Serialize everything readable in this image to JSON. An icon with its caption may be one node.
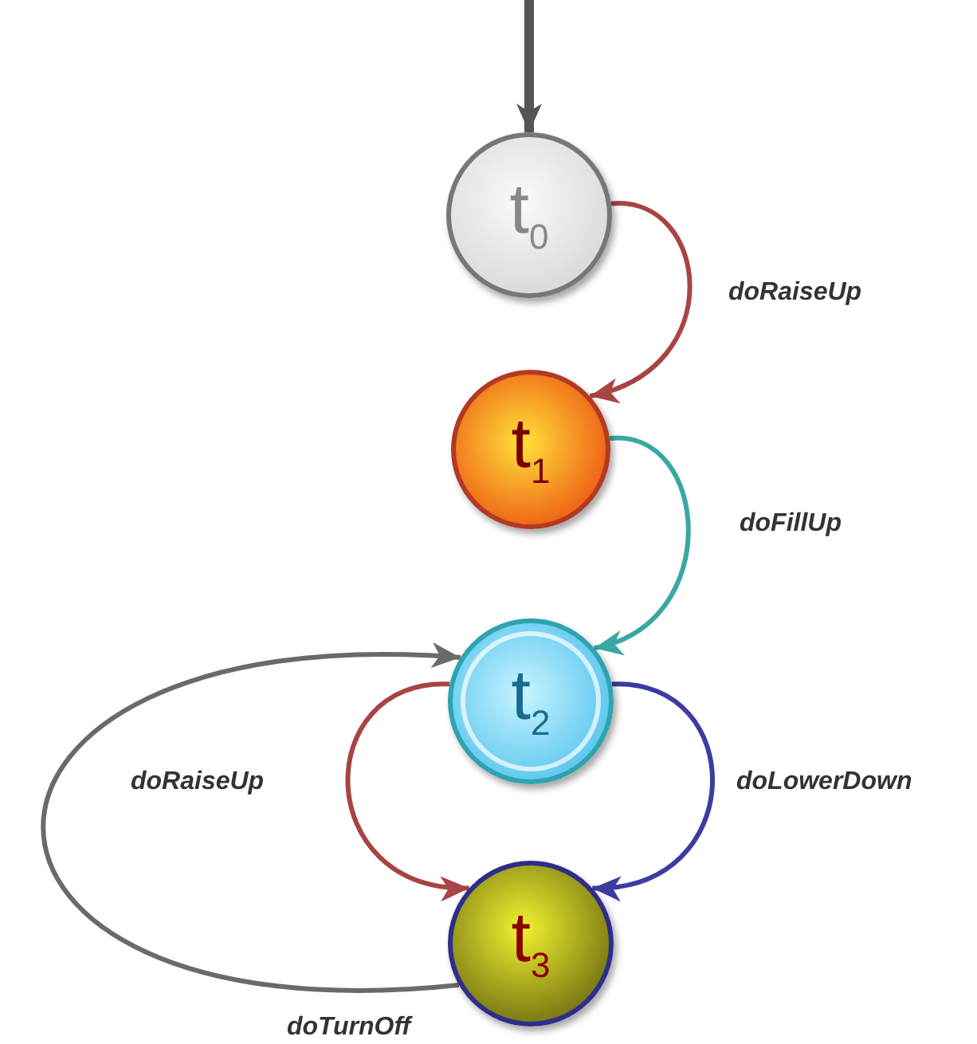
{
  "diagram": {
    "nodes": [
      {
        "text": [
          "t$_{0}$"
        ]
      },
      {
        "text": [
          "t$_{1}$"
        ]
      },
      {
        "text": [
          "t$_{2}$"
        ]
      },
      {
        "text": [
          "t$_{3}$"
        ]
      }
    ],
    "edges": [
      {
        "from": null,
        "to": 0,
        "arrow": "to",
        "style": "thick",
        "color": "#555555"
      },
      {
        "from": 0,
        "to": 1,
        "arrow": "to",
        "label": "doRaiseUp",
        "color": "#a84444"
      },
      {
        "from": 1,
        "to": 2,
        "arrow": "to",
        "label": "doFillUp",
        "color": "#3aa8a2"
      },
      {
        "from": 2,
        "to": 3,
        "arrow": "to",
        "label": "doRaiseUp",
        "color": "#a84444"
      },
      {
        "from": 2,
        "to": 3,
        "arrow": "to",
        "label": "doLowerDown",
        "color": "#3c3ca0"
      },
      {
        "from": 3,
        "to": 2,
        "arrow": "to",
        "label": "doTurnOff",
        "color": "#6a6a6a"
      }
    ]
  }
}
